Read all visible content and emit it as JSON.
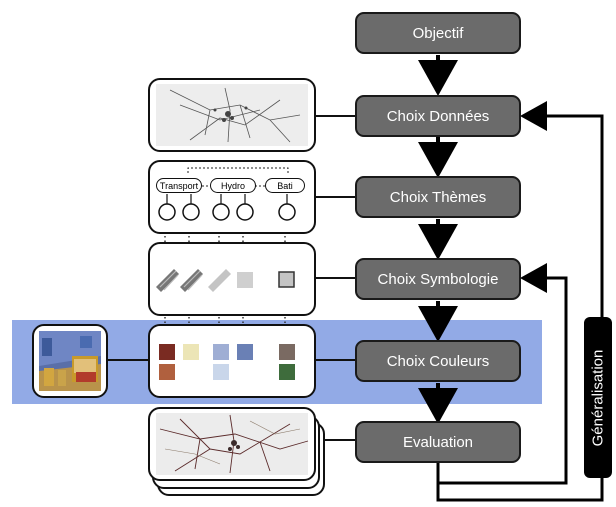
{
  "steps": {
    "objectif": "Objectif",
    "donnees": "Choix Données",
    "themes": "Choix Thèmes",
    "symbologie": "Choix Symbologie",
    "couleurs": "Choix Couleurs",
    "evaluation": "Evaluation"
  },
  "themes": [
    "Transport",
    "Hydro",
    "Bati"
  ],
  "side_label": "Généralisation",
  "colors": {
    "step_fill": "#6b6b6b",
    "band": "#92aae6",
    "generalisation_bar": "#000000",
    "swatches_row1": [
      "#7a2b22",
      "#ece5b6",
      "#9faed4",
      "#6a80b5",
      "#7a6a62"
    ],
    "swatches_row2": [
      "#b0603e",
      "#c9d6ea",
      "#3e6c3c"
    ]
  }
}
